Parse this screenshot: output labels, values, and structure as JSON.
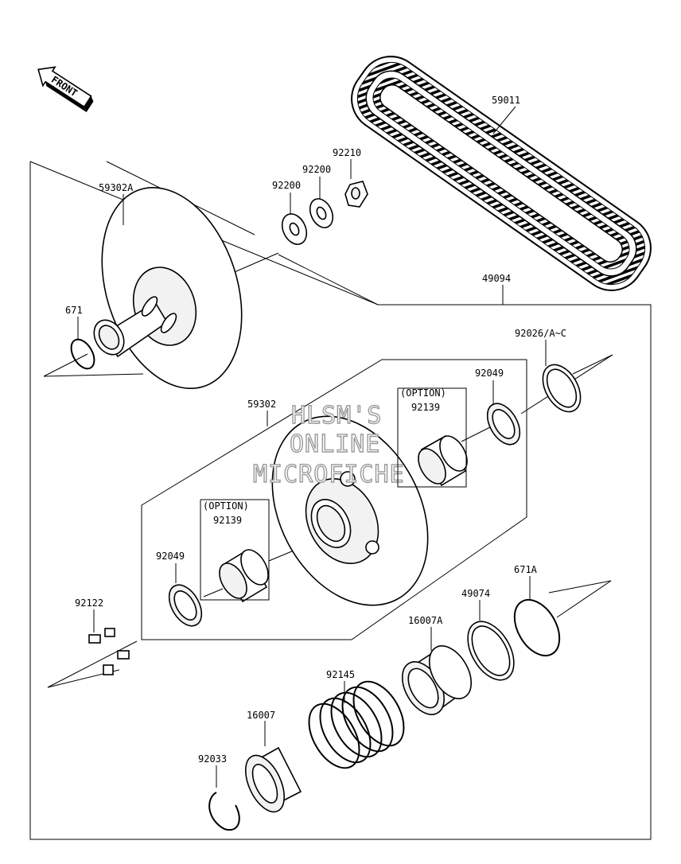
{
  "front_badge": {
    "text": "FRONT"
  },
  "watermark": {
    "line1": "HLSM'S",
    "line2": "ONLINE",
    "line3": "MICROFICHE"
  },
  "parts": [
    {
      "id": "59011",
      "label": "59011"
    },
    {
      "id": "92210",
      "label": "92210"
    },
    {
      "id": "92200a",
      "label": "92200"
    },
    {
      "id": "92200b",
      "label": "92200"
    },
    {
      "id": "59302A",
      "label": "59302A"
    },
    {
      "id": "49094",
      "label": "49094"
    },
    {
      "id": "671",
      "label": "671"
    },
    {
      "id": "92026",
      "label": "92026/A~C"
    },
    {
      "id": "92049a",
      "label": "92049"
    },
    {
      "id": "92139a",
      "label": "92139"
    },
    {
      "id": "59302",
      "label": "59302"
    },
    {
      "id": "92139b",
      "label": "92139"
    },
    {
      "id": "92049b",
      "label": "92049"
    },
    {
      "id": "92122",
      "label": "92122"
    },
    {
      "id": "671A",
      "label": "671A"
    },
    {
      "id": "49074",
      "label": "49074"
    },
    {
      "id": "16007A",
      "label": "16007A"
    },
    {
      "id": "92145",
      "label": "92145"
    },
    {
      "id": "16007",
      "label": "16007"
    },
    {
      "id": "92033",
      "label": "92033"
    }
  ],
  "option_tags": [
    {
      "id": "opt-a",
      "text": "(OPTION)"
    },
    {
      "id": "opt-b",
      "text": "(OPTION)"
    }
  ]
}
